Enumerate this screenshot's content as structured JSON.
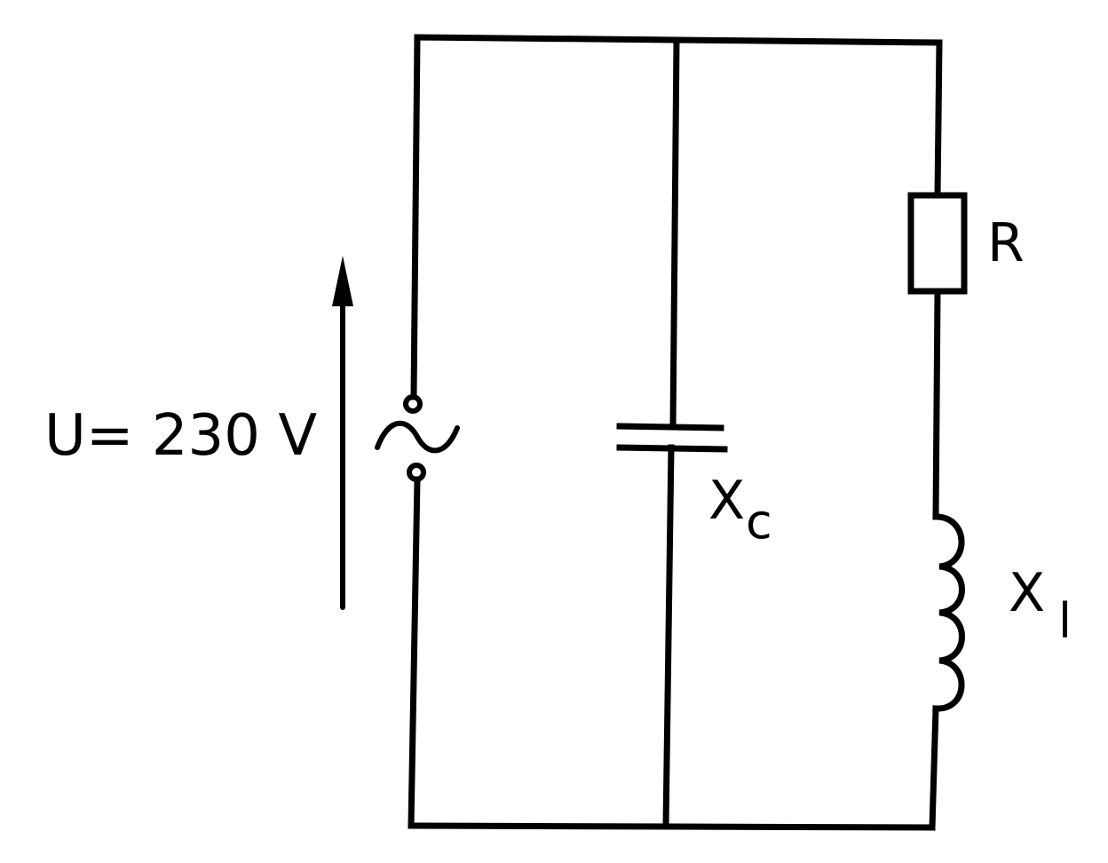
{
  "diagram": {
    "source_label": "U= 230 V",
    "capacitor_label": "X",
    "capacitor_sub": "c",
    "resistor_label": "R",
    "inductor_label": "X",
    "inductor_sub": "l"
  },
  "colors": {
    "ink": "#000000",
    "background": "#ffffff"
  }
}
